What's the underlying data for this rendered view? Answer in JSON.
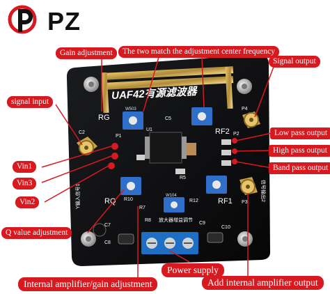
{
  "brand": {
    "logo_text": "PZ"
  },
  "board": {
    "title": "UAF42有源滤波器"
  },
  "labels": {
    "gain_adjustment": "Gain adjustment",
    "center_frequency": "The two match the adjustment center frequency",
    "signal_output": "Signal output",
    "signal_input": "signal input",
    "low_pass": "Low pass output",
    "high_pass": "High pass output",
    "band_pass": "Band pass output",
    "vin1": "Vin1",
    "vin3": "Vin3",
    "vin2": "Vin2",
    "q_value": "Q value adjustment",
    "power_supply": "Power supply",
    "internal_amp": "Internal amplifier/gain adjustment",
    "add_internal_amp": "Add internal amplifier output"
  },
  "silkscreen": {
    "rg": "RG",
    "rq": "RQ",
    "rf1": "RF1",
    "rf2": "RF2",
    "u1": "U1",
    "p1": "P1",
    "p2": "P2",
    "p3": "P3",
    "p4": "P4",
    "c2": "C2",
    "c5": "C5",
    "c7": "C7",
    "c8": "C8",
    "c9": "C9",
    "c10": "C10",
    "r5": "R5",
    "r7": "R7",
    "r8": "R8",
    "r10": "R10",
    "r12": "R12",
    "pot_value": "W503",
    "pot_value_2": "W104",
    "side_left": "Y输入信号1",
    "side_right": "信号输出2",
    "amp_note": "放大器增益调节"
  },
  "colors": {
    "accent": "#d71920",
    "board": "#0f1012",
    "header_gold": "#b08a3a",
    "pot_blue": "#2f6fc9",
    "terminal_blue": "#1e6fc4"
  }
}
